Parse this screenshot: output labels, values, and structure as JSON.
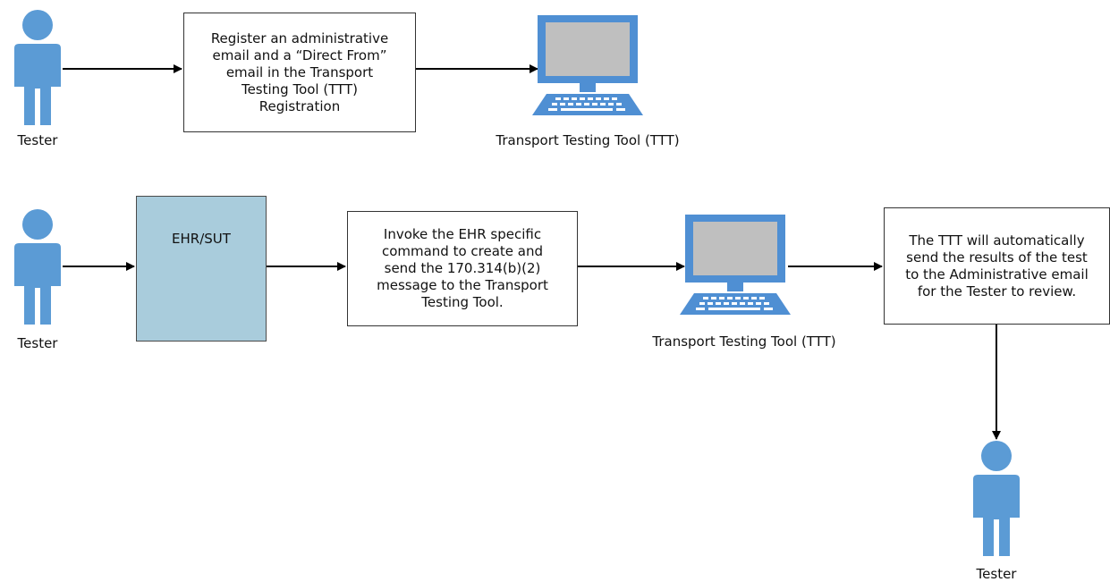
{
  "colors": {
    "person": "#5b9bd5",
    "monitor": "#4f8fd3",
    "screen": "#bfbfbf",
    "sut_fill": "#a9ccdc",
    "line": "#000000"
  },
  "row1": {
    "actor_label": "Tester",
    "step_text": "Register an administrative\nemail and a “Direct From”\nemail in the Transport\nTesting Tool (TTT)\nRegistration",
    "tool_label": "Transport Testing Tool (TTT)"
  },
  "row2": {
    "actor_label": "Tester",
    "sut_label": "EHR/SUT",
    "step_text": "Invoke the EHR specific\ncommand to create and\nsend the 170.314(b)(2)\nmessage to the Transport\nTesting Tool.",
    "tool_label": "Transport Testing Tool (TTT)",
    "result_text": "The TTT will automatically\nsend the results of the test\nto the Administrative email\nfor the Tester to review.",
    "recipient_label": "Tester"
  },
  "icons": [
    "person-icon",
    "computer-icon"
  ]
}
